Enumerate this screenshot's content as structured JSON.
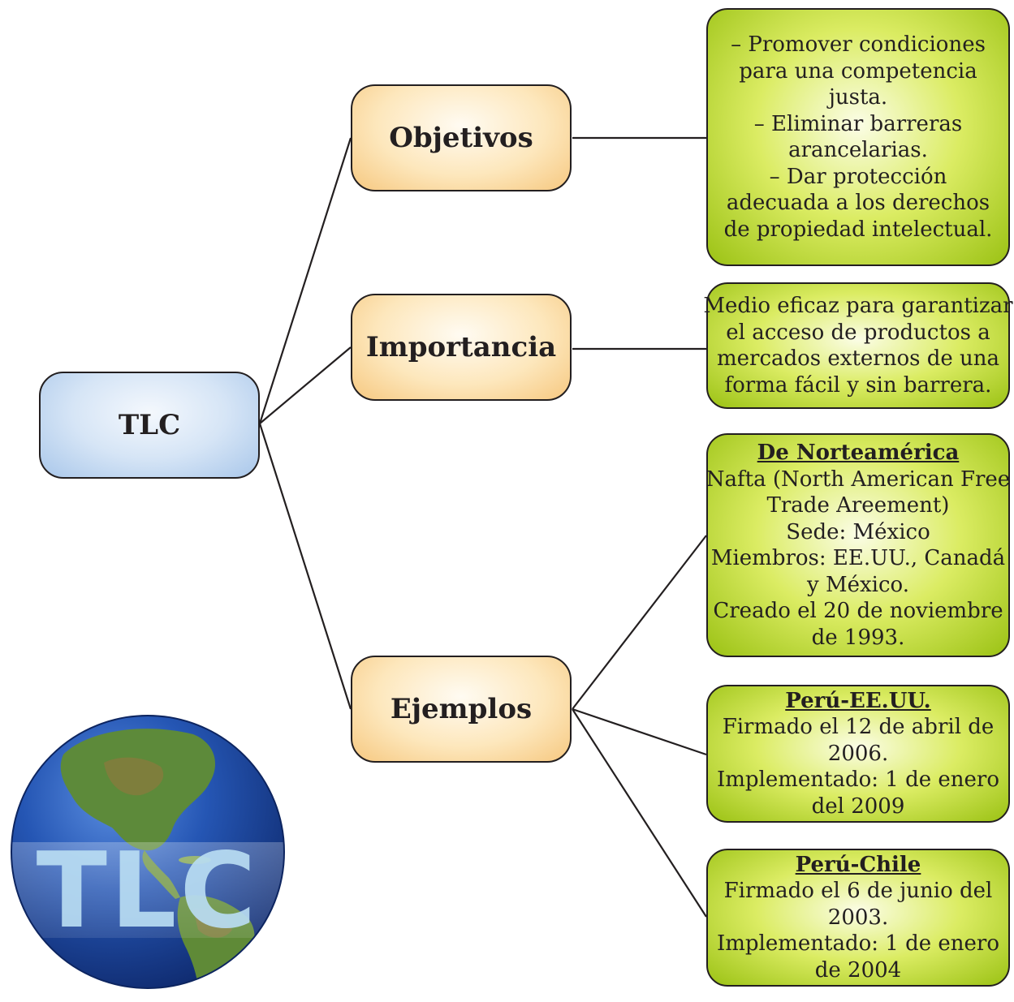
{
  "root": {
    "label": "TLC"
  },
  "categories": [
    {
      "label": "Objetivos"
    },
    {
      "label": "Importancia"
    },
    {
      "label": "Ejemplos"
    }
  ],
  "objetivos": {
    "lines": [
      "– Promover condiciones",
      "para una competencia",
      "justa.",
      "– Eliminar barreras",
      "arancelarias.",
      "– Dar protección",
      "adecuada a los derechos",
      "de propiedad intelectual."
    ]
  },
  "importancia": {
    "lines": [
      "Medio eficaz para garantizar",
      "el acceso de productos a",
      "mercados externos de una",
      "forma fácil y sin barrera."
    ]
  },
  "ejemplos": [
    {
      "heading": "De Norteamérica",
      "lines": [
        "Nafta (North American Free",
        "Trade Areement)",
        "Sede: México",
        "Miembros: EE.UU., Canadá",
        "y México.",
        "Creado el 20 de noviembre",
        "de 1993."
      ]
    },
    {
      "heading": "Perú-EE.UU.",
      "lines": [
        "Firmado el 12 de abril de",
        "2006.",
        "Implementado: 1 de enero",
        "del 2009"
      ]
    },
    {
      "heading": "Perú-Chile",
      "lines": [
        "Firmado el 6 de junio del",
        "2003.",
        "Implementado: 1 de enero",
        "de 2004"
      ]
    }
  ],
  "logo": {
    "text": "TLC"
  },
  "colors": {
    "root_fill": "#c6dbf3",
    "category_fill": "#fde3b5",
    "detail_fill": "#cfe34a",
    "outline": "#231f20",
    "globe_ocean": "#1f4fa6",
    "logo_letters": "#b9dcf2"
  }
}
